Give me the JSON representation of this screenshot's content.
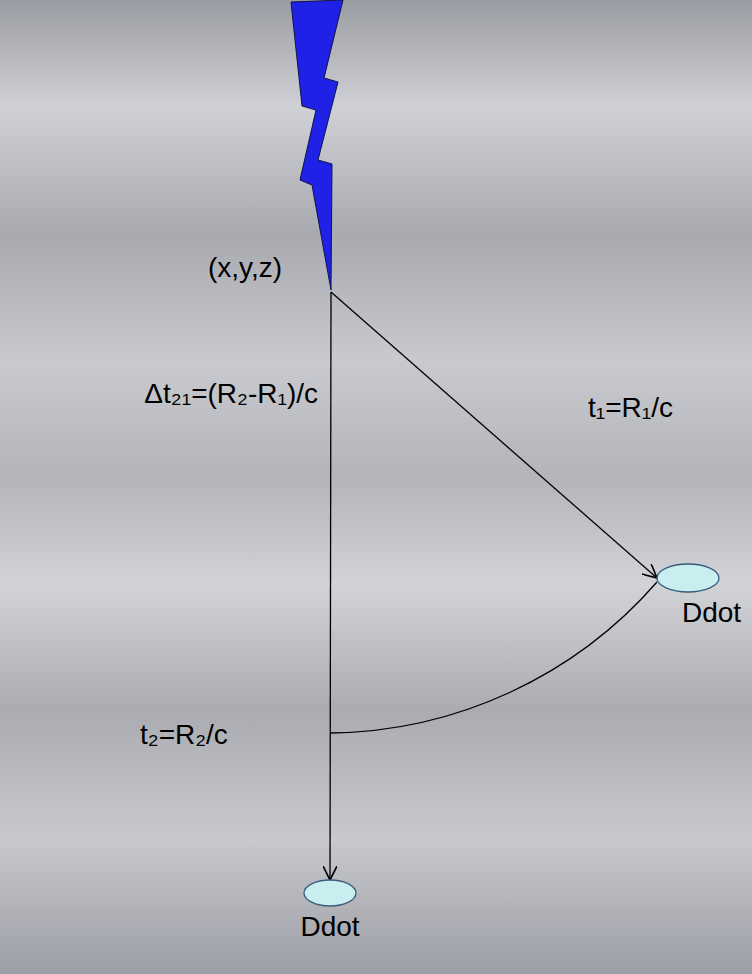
{
  "diagram": {
    "nodes": [
      {
        "text": [
          "(x,y,z)"
        ]
      },
      {
        "text": [
          "Ddot"
        ]
      },
      {
        "text": [
          "Ddot"
        ]
      }
    ],
    "edges": [
      {
        "from": 0,
        "to": 1,
        "label": "t₁=R₁/c",
        "arrow": "to"
      },
      {
        "from": 0,
        "to": 2,
        "label": "t₂=R₂/c",
        "arrow": "to"
      }
    ],
    "labels": [
      "Δt₂₁=(R₂-R₁)/c"
    ]
  }
}
